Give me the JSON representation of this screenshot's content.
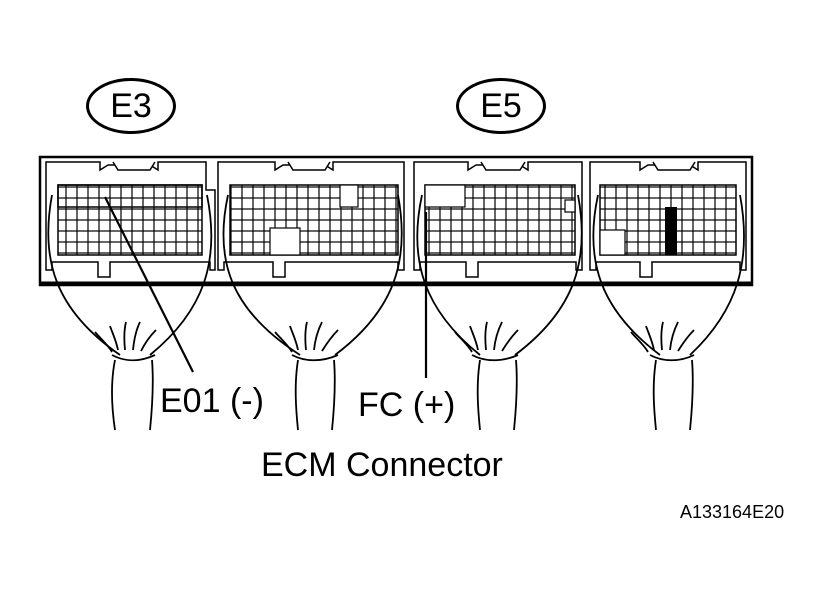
{
  "connectors": {
    "left_id": "E3",
    "right_id": "E5"
  },
  "pins": {
    "e01": "E01 (-)",
    "fc": "FC (+)"
  },
  "caption": "ECM Connector",
  "figure_id": "A133164E20",
  "colors": {
    "line": "#000000",
    "background": "#ffffff"
  }
}
